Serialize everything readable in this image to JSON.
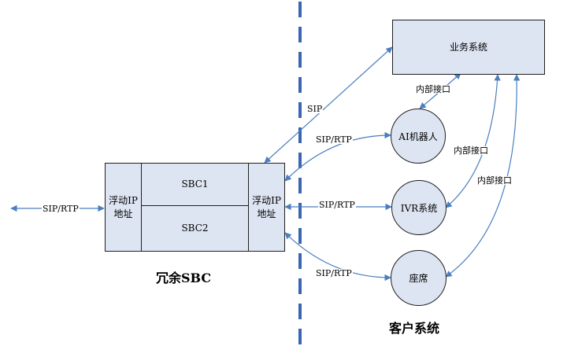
{
  "sbc": {
    "floating_ip_left": "浮动IP\n地址",
    "sbc1": "SBC1",
    "sbc2": "SBC2",
    "floating_ip_right": "浮动IP\n地址",
    "caption": "冗余SBC"
  },
  "customer": {
    "business_system": "业务系统",
    "ai_robot": "AI机器人",
    "ivr_system": "IVR系统",
    "seat": "座席",
    "caption": "客户系统"
  },
  "links": {
    "external": "SIP/RTP",
    "sip": "SIP",
    "to_ai": "SIP/RTP",
    "to_ivr": "SIP/RTP",
    "to_seat": "SIP/RTP",
    "internal_ai": "内部接口",
    "internal_ivr": "内部接口",
    "internal_seat": "内部接口"
  },
  "colors": {
    "node_fill": "#dde4f2",
    "line": "#4a7ec0",
    "divider": "#3a66b0"
  }
}
